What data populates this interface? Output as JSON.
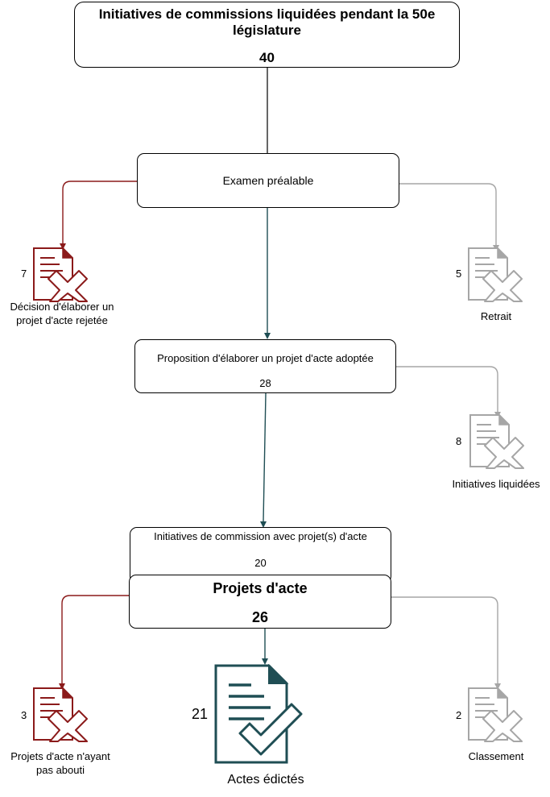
{
  "colors": {
    "red": "#8B1A1A",
    "teal": "#1F4E54",
    "gray": "#A6A6A6",
    "black": "#000000"
  },
  "top": {
    "title": "Initiatives de commissions liquidées pendant la 50e législature",
    "count": "40"
  },
  "examen": {
    "label": "Examen préalable"
  },
  "proposition": {
    "label": "Proposition d'élaborer un projet d'acte adoptée",
    "count": "28"
  },
  "avec_projets": {
    "label": "Initiatives de commission avec projet(s) d'acte",
    "count": "20"
  },
  "projets": {
    "label": "Projets d'acte",
    "count": "26"
  },
  "outcomes": {
    "rejetee": {
      "count": "7",
      "label": "Décision d'élaborer un projet d'acte rejetée",
      "icon": "document-rejected-icon"
    },
    "retrait": {
      "count": "5",
      "label": "Retrait",
      "icon": "document-rejected-icon"
    },
    "liquidees": {
      "count": "8",
      "label": "Initiatives liquidées",
      "icon": "document-rejected-icon"
    },
    "non_abouti": {
      "count": "3",
      "label": "Projets d'acte n'ayant pas abouti",
      "icon": "document-rejected-icon"
    },
    "edictes": {
      "count": "21",
      "label": "Actes édictés",
      "icon": "document-approved-icon"
    },
    "classement": {
      "count": "2",
      "label": "Classement",
      "icon": "document-rejected-icon"
    }
  }
}
